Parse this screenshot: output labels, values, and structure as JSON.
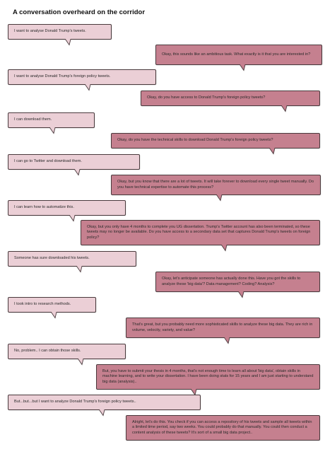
{
  "page": {
    "title": "A conversation overheard on the corridor"
  },
  "colors": {
    "student_bubble": "#ebcfd6",
    "advisor_bubble": "#c5808f",
    "border": "#4a3a3d"
  },
  "messages": [
    {
      "speaker": "student",
      "text": "I want to analyse Donald Trump's tweets."
    },
    {
      "speaker": "advisor",
      "text": "Okay, this sounds like an ambitious task. What exactly is it that you are interested in?"
    },
    {
      "speaker": "student",
      "text": "I want to analyse Donald Trump's foreign policy tweets."
    },
    {
      "speaker": "advisor",
      "text": "Okay, do you have access to Donald Trump's foreign policy tweets?"
    },
    {
      "speaker": "student",
      "text": "I can download them."
    },
    {
      "speaker": "advisor",
      "text": "Okay, do you have the technical skills to download Donald Trump's foreign policy tweets?"
    },
    {
      "speaker": "student",
      "text": "I can go to Twitter and download them."
    },
    {
      "speaker": "advisor",
      "text": "Okay, but you know that there are a lot of tweets. It will take forever to download every single tweet manually. Do you have technical expertise to automate this process?"
    },
    {
      "speaker": "student",
      "text": "I can learn how to automatize this."
    },
    {
      "speaker": "advisor",
      "text": "Okay, but you only have 4 months to complete you UG dissertation. Trump's Twitter account has also been terminated, so these tweets may no longer be available. Do you have access to a secondary data set that captures Donald Trump's tweets on foreign policy?"
    },
    {
      "speaker": "student",
      "text": "Someone has sure downloaded his tweets."
    },
    {
      "speaker": "advisor",
      "text": "Okay, let's anticipate someone has actually done this. Have you got the skills to analyze these 'big data'? Data management? Coding? Analysis?"
    },
    {
      "speaker": "student",
      "text": "I took intro to research methods."
    },
    {
      "speaker": "advisor",
      "text": "That's great, but you probably need more sophisticated skills to analyze these big data. They are rich in volume, velocity, variety, and value?"
    },
    {
      "speaker": "student",
      "text": "No, problem.. I can obtain those skills."
    },
    {
      "speaker": "advisor",
      "text": "But, you have to submit your thesis in 4 months, that's not enough time to learn all about 'big data', obtain skills in machine learning, and to write your dissertation. I have been doing stats for 15 years and I am just starting to understand big data (analysis).."
    },
    {
      "speaker": "student",
      "text": "But...but...but I want to analyze Donald Trump's foreign policy tweets.."
    },
    {
      "speaker": "advisor",
      "text": "Alright, let's do this. You check if you can access a repository of his tweets and sample all tweets within a limited time period, say two weeks. You could probably do that manually. You could then conduct a content analysis of these tweets? It's sort of a small big data project.."
    }
  ]
}
